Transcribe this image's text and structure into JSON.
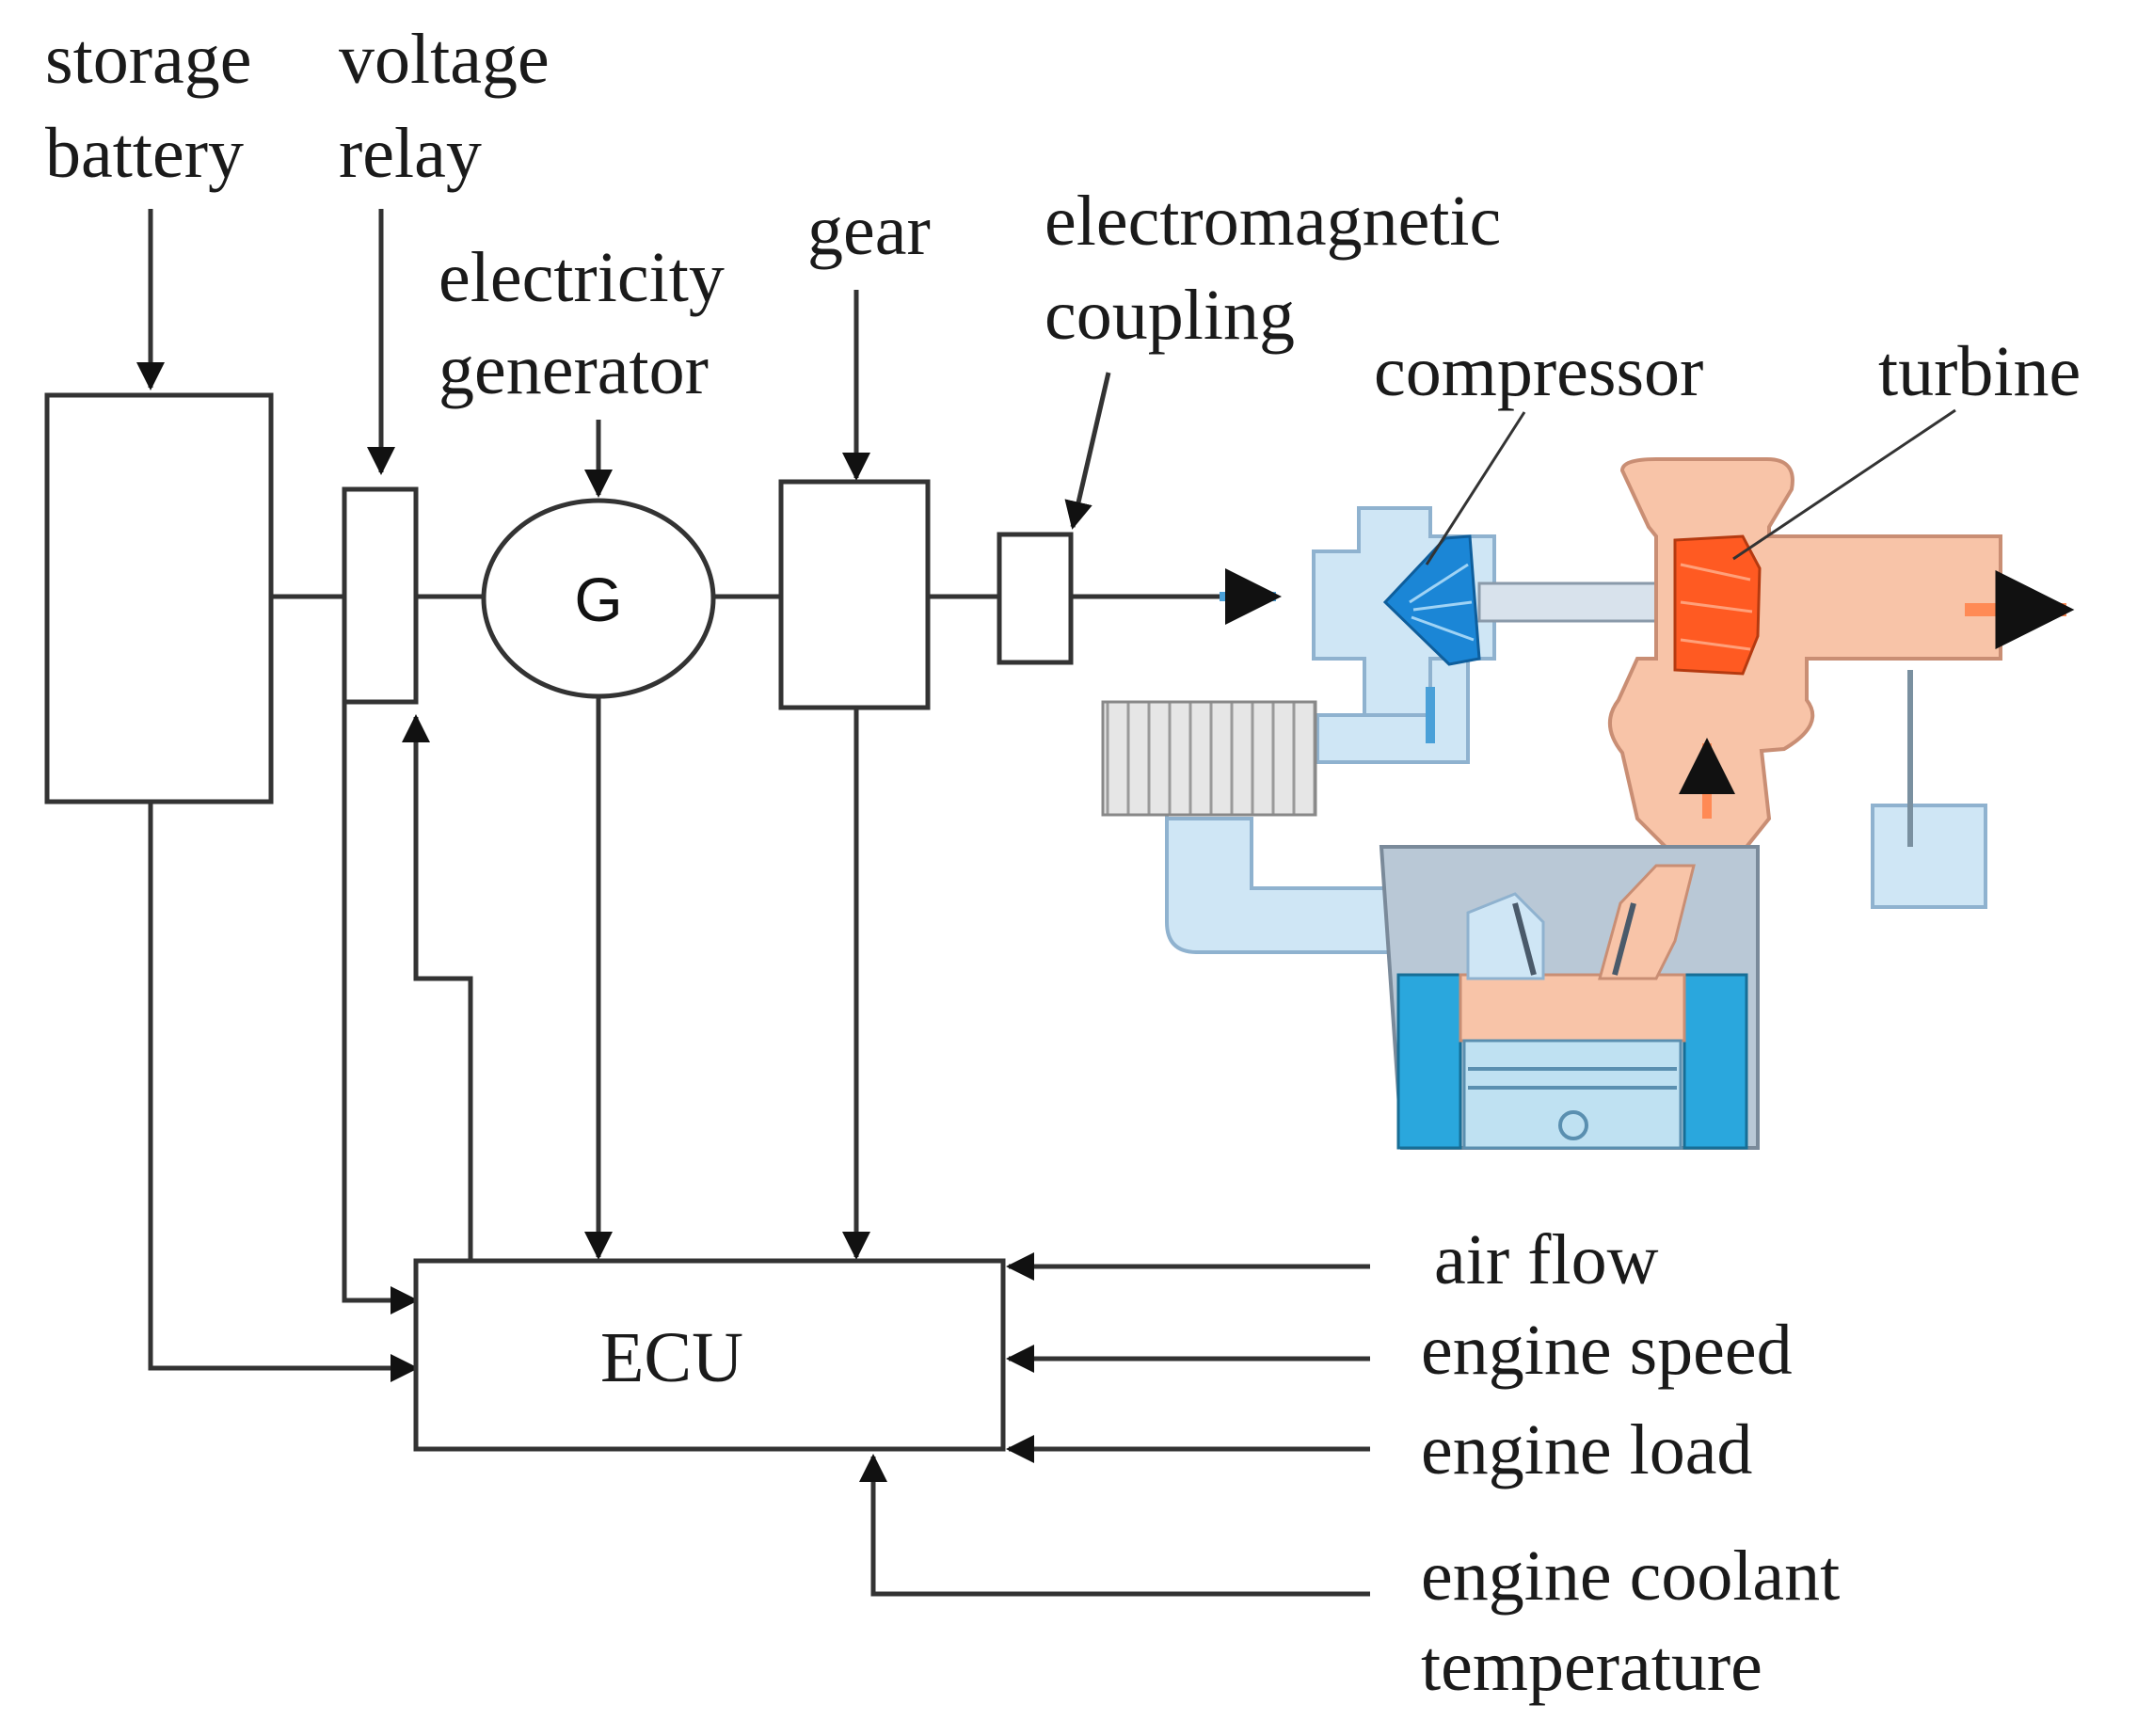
{
  "labels": {
    "storage_battery": [
      "storage",
      "battery"
    ],
    "voltage_relay": [
      "voltage",
      "relay"
    ],
    "electricity_generator": [
      "electricity",
      "generator"
    ],
    "gear": "gear",
    "electromagnetic_coupling": [
      "electromagnetic",
      "coupling"
    ],
    "compressor": "compressor",
    "turbine": "turbine",
    "generator_symbol": "G",
    "ecu": "ECU"
  },
  "ecu_inputs": [
    "air flow",
    "engine speed",
    "engine load",
    [
      "engine coolant",
      "temperature"
    ]
  ],
  "colors": {
    "line": "#333333",
    "cool_side": "#cfe6f5",
    "cool_side_dark": "#8fb2cf",
    "compressor_wheel": "#1b86d6",
    "hot_side": "#f8c4a8",
    "hot_side_dark": "#c98e74",
    "turbine_wheel": "#ff5a22",
    "cylinder": "#2aa7dd",
    "piston": "#bfe1f2",
    "exhaust_arrow": "#ff8a55"
  }
}
